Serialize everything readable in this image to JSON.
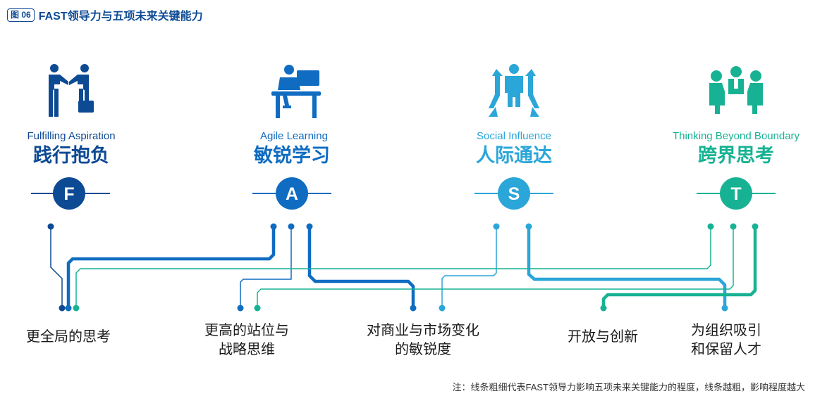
{
  "figure": {
    "badge": "图 06",
    "title": "FAST领导力与五项未来关键能力"
  },
  "colors": {
    "F": "#0d4a94",
    "A": "#0f6cc1",
    "S": "#2aa6d8",
    "T": "#17b293",
    "text": "#1a1a1a",
    "note": "#333333"
  },
  "columns": [
    {
      "key": "F",
      "letter": "F",
      "en": "Fulfilling Aspiration",
      "zh": "践行抱负",
      "icon": "handshake-icon"
    },
    {
      "key": "A",
      "letter": "A",
      "en": "Agile Learning",
      "zh": "敏锐学习",
      "icon": "laptop-learner-icon"
    },
    {
      "key": "S",
      "letter": "S",
      "en": "Social Influence",
      "zh": "人际通达",
      "icon": "influence-arrows-icon"
    },
    {
      "key": "T",
      "letter": "T",
      "en": "Thinking Beyond Boundary",
      "zh": "跨界思考",
      "icon": "team-meeting-icon"
    }
  ],
  "outcomes": [
    {
      "key": "o1",
      "lines": [
        "更全局的思考"
      ]
    },
    {
      "key": "o2",
      "lines": [
        "更高的站位与",
        "战略思维"
      ]
    },
    {
      "key": "o3",
      "lines": [
        "对商业与市场变化",
        "的敏锐度"
      ]
    },
    {
      "key": "o4",
      "lines": [
        "开放与创新"
      ]
    },
    {
      "key": "o5",
      "lines": [
        "为组织吸引",
        "和保留人才"
      ]
    }
  ],
  "links": [
    {
      "from": "F",
      "to": "o1",
      "weight": "thin"
    },
    {
      "from": "A",
      "to": "o1",
      "weight": "thick"
    },
    {
      "from": "A",
      "to": "o2",
      "weight": "thin"
    },
    {
      "from": "A",
      "to": "o3",
      "weight": "thick"
    },
    {
      "from": "S",
      "to": "o2",
      "weight": "thin"
    },
    {
      "from": "S",
      "to": "o5",
      "weight": "thick"
    },
    {
      "from": "T",
      "to": "o1",
      "weight": "thin"
    },
    {
      "from": "T",
      "to": "o2",
      "weight": "thin"
    },
    {
      "from": "T",
      "to": "o4",
      "weight": "thick"
    }
  ],
  "note": "注：线条粗细代表FAST领导力影响五项未来关键能力的程度，线条越粗，影响程度越大"
}
